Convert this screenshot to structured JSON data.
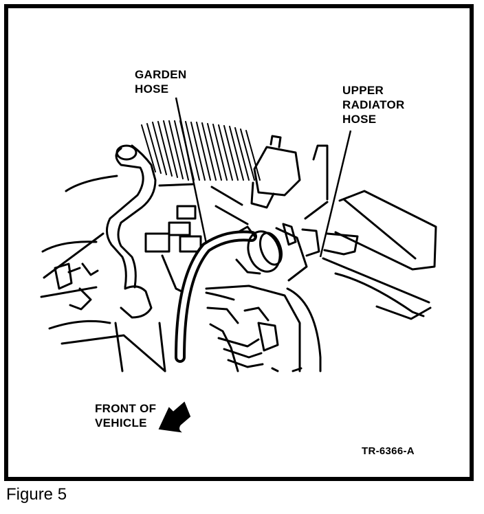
{
  "labels": {
    "garden_hose": "GARDEN\nHOSE",
    "upper_radiator_hose": "UPPER\nRADIATOR\nHOSE",
    "front_of_vehicle": "FRONT OF\nVEHICLE",
    "figure_code": "TR-6366-A"
  },
  "caption": "Figure 5",
  "colors": {
    "ink": "#000000",
    "paper": "#ffffff"
  },
  "icons": {
    "front_arrow": "front-of-vehicle-arrow-icon"
  }
}
